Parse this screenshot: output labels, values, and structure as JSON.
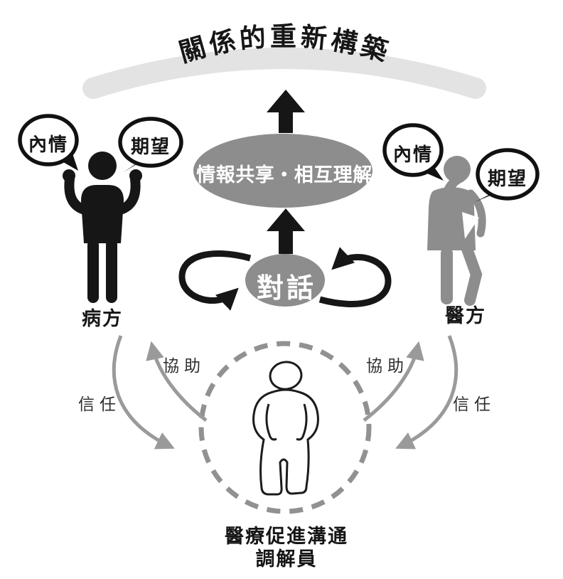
{
  "title": "關係的重新構築",
  "center": {
    "info_sharing": "情報共享・相互理解",
    "dialogue": "對話"
  },
  "patient": {
    "label": "病方",
    "bubble_inner": "內情",
    "bubble_expect": "期望"
  },
  "doctor": {
    "label": "醫方",
    "bubble_inner": "內情",
    "bubble_expect": "期望"
  },
  "mediator": {
    "label_line1": "醫療促進溝通",
    "label_line2": "調解員"
  },
  "relations": {
    "trust_left": "信任",
    "assist_left": "協助",
    "assist_right": "協助",
    "trust_right": "信任"
  },
  "colors": {
    "black": "#161616",
    "figure_gray": "#8d8d8d",
    "arc_light_gray": "#e3e3e3",
    "arrow_gray": "#9a9a9a",
    "dash_gray": "#919191",
    "text_white": "#ffffff"
  }
}
